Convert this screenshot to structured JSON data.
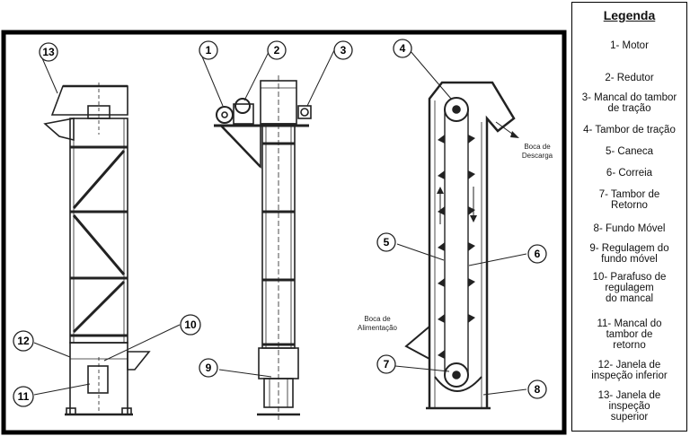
{
  "legend": {
    "title": "Legenda",
    "items": [
      "1- Motor",
      "2- Redutor",
      "3- Mancal do tambor\nde tração",
      "4- Tambor de tração",
      "5- Caneca",
      "6- Correia",
      "7- Tambor de\nRetorno",
      "8- Fundo Móvel",
      "9- Regulagem do\nfundo móvel",
      "10- Parafuso de\nregulagem\ndo mancal",
      "11- Mancal do\ntambor de\nretorno",
      "12- Janela de\ninspeção inferior",
      "13- Janela de\ninspeção\nsuperior"
    ]
  },
  "callouts": [
    "1",
    "2",
    "3",
    "4",
    "5",
    "6",
    "7",
    "8",
    "9",
    "10",
    "11",
    "12",
    "13"
  ],
  "annotations": {
    "discharge_line1": "Boca de",
    "discharge_line2": "Descarga",
    "feed_line1": "Boca de",
    "feed_line2": "Alimentação"
  }
}
